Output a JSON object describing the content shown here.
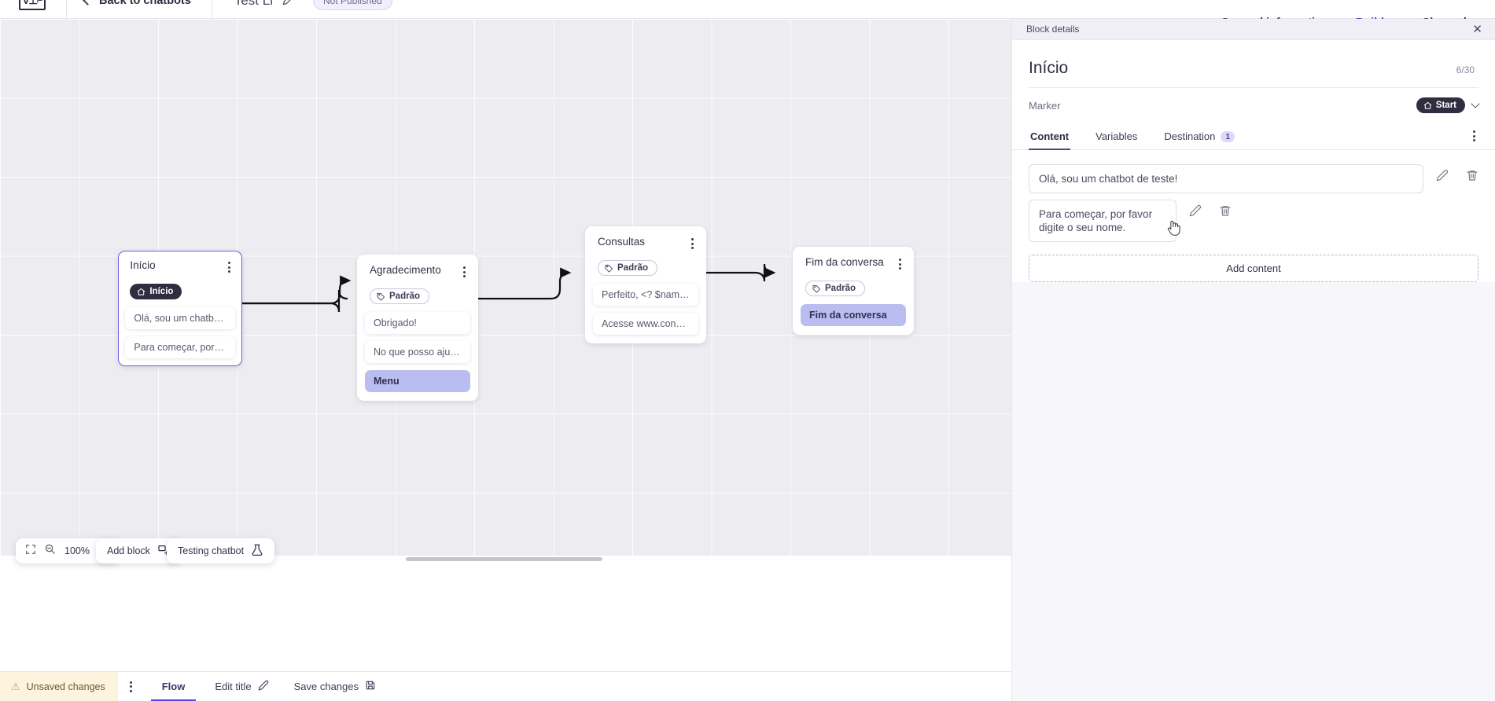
{
  "topbar": {
    "logo": "brand-logo",
    "back_label": "Back to chatbots",
    "bot_title": "Test Li",
    "edit_icon": "pencil-icon",
    "status_badge": "Not Published",
    "tabs": [
      {
        "label": "General information",
        "active": false
      },
      {
        "label": "Builder",
        "active": true
      },
      {
        "label": "Channels",
        "active": false
      }
    ]
  },
  "canvas": {
    "zoom_level": "100%",
    "fit_icon": "fit-screen-icon",
    "zoom_out_icon": "zoom-out-icon",
    "zoom_in_icon": "zoom-in-icon",
    "add_block_label": "Add block",
    "add_block_icon": "add-block-icon",
    "testing_label": "Testing chatbot",
    "testing_icon": "flask-icon",
    "nodes": [
      {
        "id": "inicio",
        "title": "Início",
        "tag": "Início",
        "tag_type": "start",
        "tag_icon": "home-icon",
        "selected": true,
        "messages": [
          {
            "text": "Olá, sou um chatbot de teste!",
            "style": "normal"
          },
          {
            "text": "Para começar, por favor digite o ...",
            "style": "normal"
          }
        ]
      },
      {
        "id": "agradecimento",
        "title": "Agradecimento",
        "tag": "Padrão",
        "tag_type": "default",
        "tag_icon": "tag-icon",
        "selected": false,
        "messages": [
          {
            "text": "Obrigado!",
            "style": "normal"
          },
          {
            "text": "No que posso ajudar, <? $name ...",
            "style": "normal"
          },
          {
            "text": "Menu",
            "style": "highlight"
          }
        ]
      },
      {
        "id": "consultas",
        "title": "Consultas",
        "tag": "Padrão",
        "tag_type": "default",
        "tag_icon": "tag-icon",
        "selected": false,
        "messages": [
          {
            "text": "Perfeito, <? $name ?>!",
            "style": "normal"
          },
          {
            "text": "Acesse www.consultas.com par...",
            "style": "normal"
          }
        ]
      },
      {
        "id": "fim",
        "title": "Fim da conversa",
        "tag": "Padrão",
        "tag_type": "default",
        "tag_icon": "tag-icon",
        "selected": false,
        "messages": [
          {
            "text": "Fim da conversa",
            "style": "highlight"
          }
        ]
      }
    ]
  },
  "footer": {
    "unsaved_label": "Unsaved changes",
    "warning_icon": "warning-triangle-icon",
    "kebab_icon": "more-vertical-icon",
    "flow_tab": "Flow",
    "edit_title_label": "Edit title",
    "edit_title_icon": "pencil-icon",
    "save_label": "Save changes",
    "save_icon": "save-icon"
  },
  "panel": {
    "header_title": "Block details",
    "close_icon": "close-icon",
    "block_title": "Início",
    "char_count": "6/30",
    "marker_label": "Marker",
    "marker_value": "Start",
    "marker_icon": "home-icon",
    "marker_chevron": "chevron-down-icon",
    "tabs": [
      {
        "label": "Content",
        "active": true,
        "badge": ""
      },
      {
        "label": "Variables",
        "active": false,
        "badge": ""
      },
      {
        "label": "Destination",
        "active": false,
        "badge": "1"
      }
    ],
    "tabs_kebab_icon": "more-vertical-icon",
    "contents": [
      {
        "text": "Olá, sou um chatbot de teste!",
        "edit_icon": "pencil-icon",
        "delete_icon": "trash-icon"
      },
      {
        "text": "Para começar, por favor digite o seu nome.",
        "edit_icon": "pencil-icon",
        "delete_icon": "trash-icon"
      }
    ],
    "add_content_label": "Add content",
    "cursor_icon": "pointer-hand-cursor"
  },
  "colors": {
    "accent": "#4f46e5",
    "node_highlight": "#b9bdf0",
    "dark_tag": "#2f2e41",
    "canvas_bg": "#ededf1",
    "warning_bg": "#fdf4e0"
  }
}
